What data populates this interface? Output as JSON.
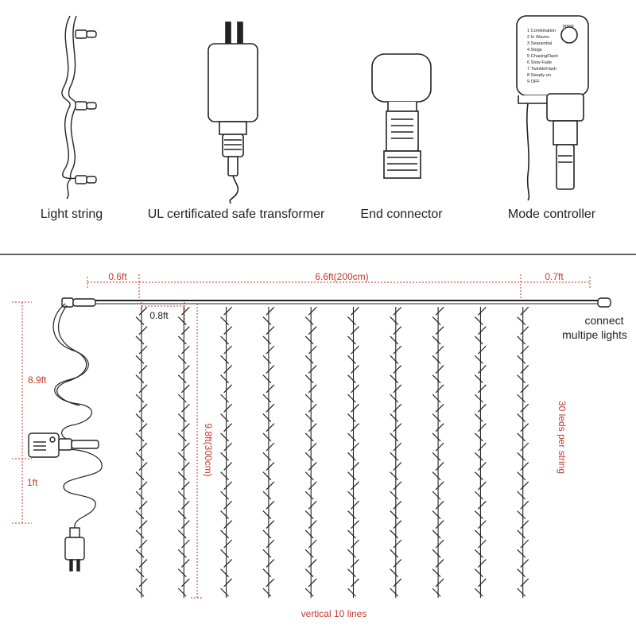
{
  "components": {
    "light_string": "Light string",
    "transformer": "UL certificated safe transformer",
    "end_connector": "End connector",
    "mode_controller": "Mode controller"
  },
  "controller": {
    "button": "press",
    "modes": [
      "1 Combination",
      "2 In Waves",
      "3 Sequential",
      "4 Slogs",
      "5 ChasingFlash",
      "6 Slow Fade",
      "7 TwinkleFlash",
      "8 Steady on",
      "9 OFF"
    ]
  },
  "dimensions": {
    "left_gap": "0.6ft",
    "width": "6.6ft(200cm)",
    "right_gap": "0.7ft",
    "line_spacing": "0.8ft",
    "lead_cable": "8.9ft",
    "plug_cable": "1ft",
    "height": "9.8ft(300cm)",
    "leds_per_string": "30 leds per string",
    "vertical_lines": "vertical 10 lines"
  },
  "connect_note": [
    "connect",
    "multipe lights"
  ],
  "colors": {
    "dimension": "#c0392b",
    "line": "#222222"
  },
  "curtain": {
    "lines": 10,
    "leds_per_line": 30
  }
}
